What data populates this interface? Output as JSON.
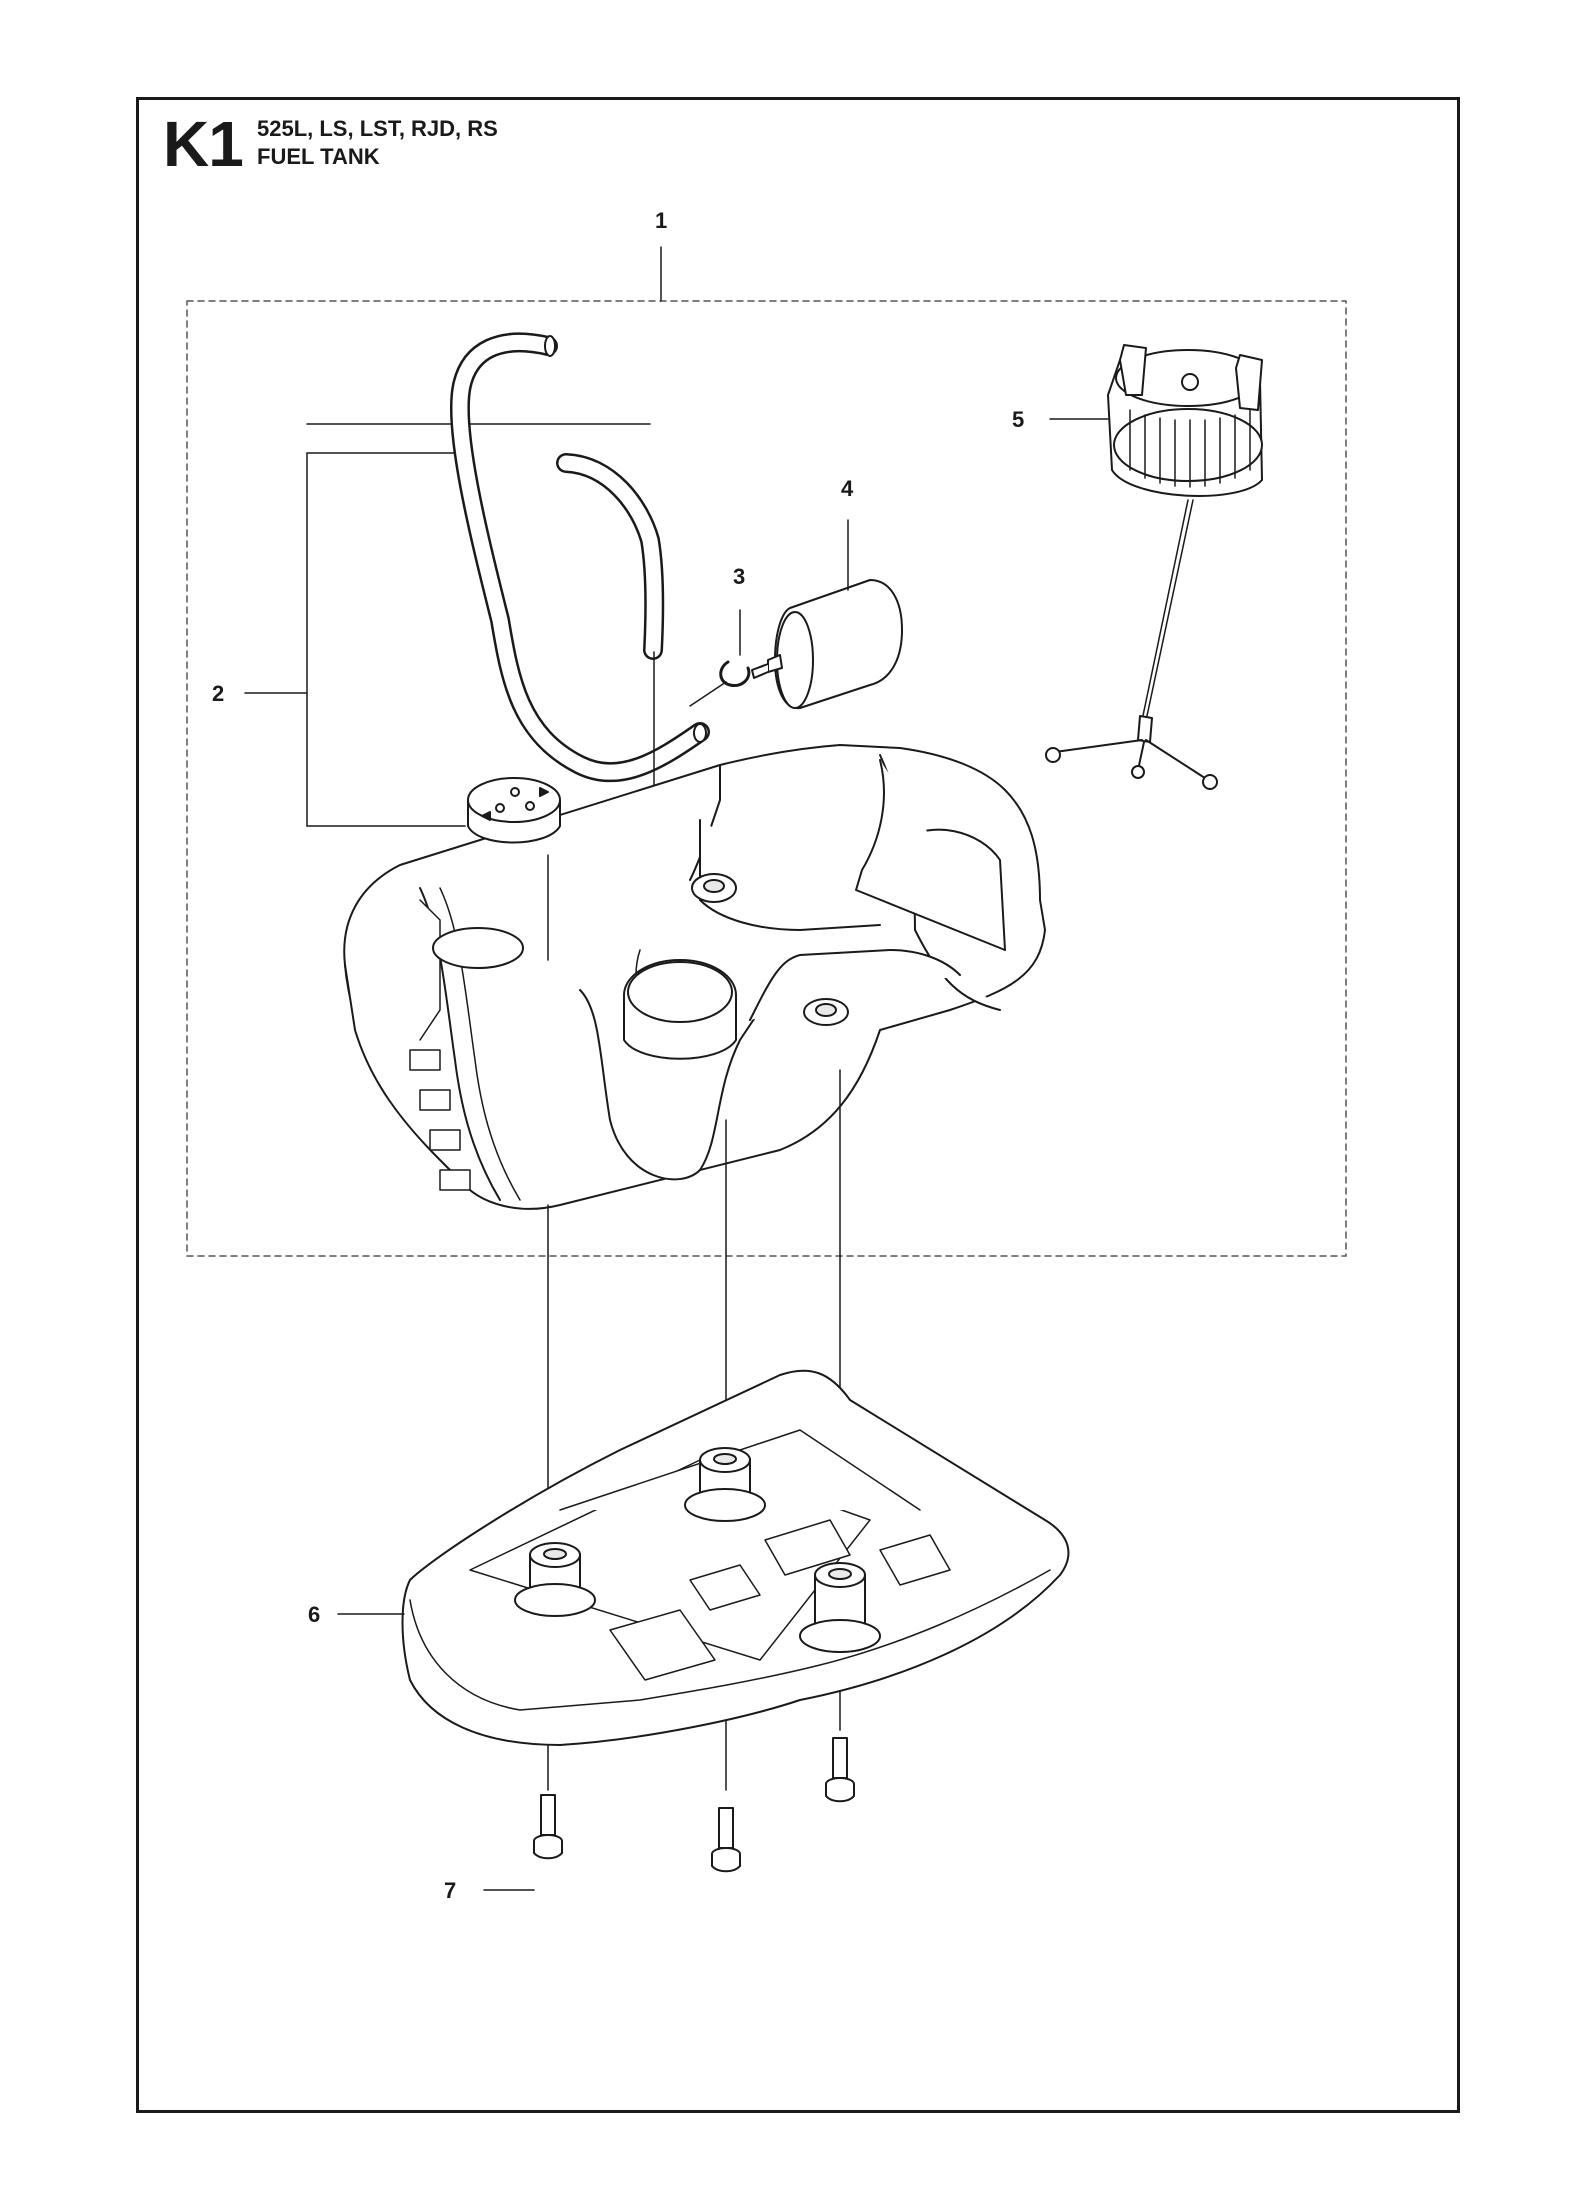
{
  "header": {
    "code": "K1",
    "models": "525L, LS, LST, RJD, RS",
    "section": "FUEL TANK"
  },
  "callouts": [
    {
      "id": "1",
      "label": "1"
    },
    {
      "id": "2",
      "label": "2"
    },
    {
      "id": "3",
      "label": "3"
    },
    {
      "id": "4",
      "label": "4"
    },
    {
      "id": "5",
      "label": "5"
    },
    {
      "id": "6",
      "label": "6"
    },
    {
      "id": "7",
      "label": "7"
    }
  ],
  "colors": {
    "line": "#1a1a1a",
    "part_fill": "#ffffff",
    "part_shadow": "#e9e9e9"
  }
}
